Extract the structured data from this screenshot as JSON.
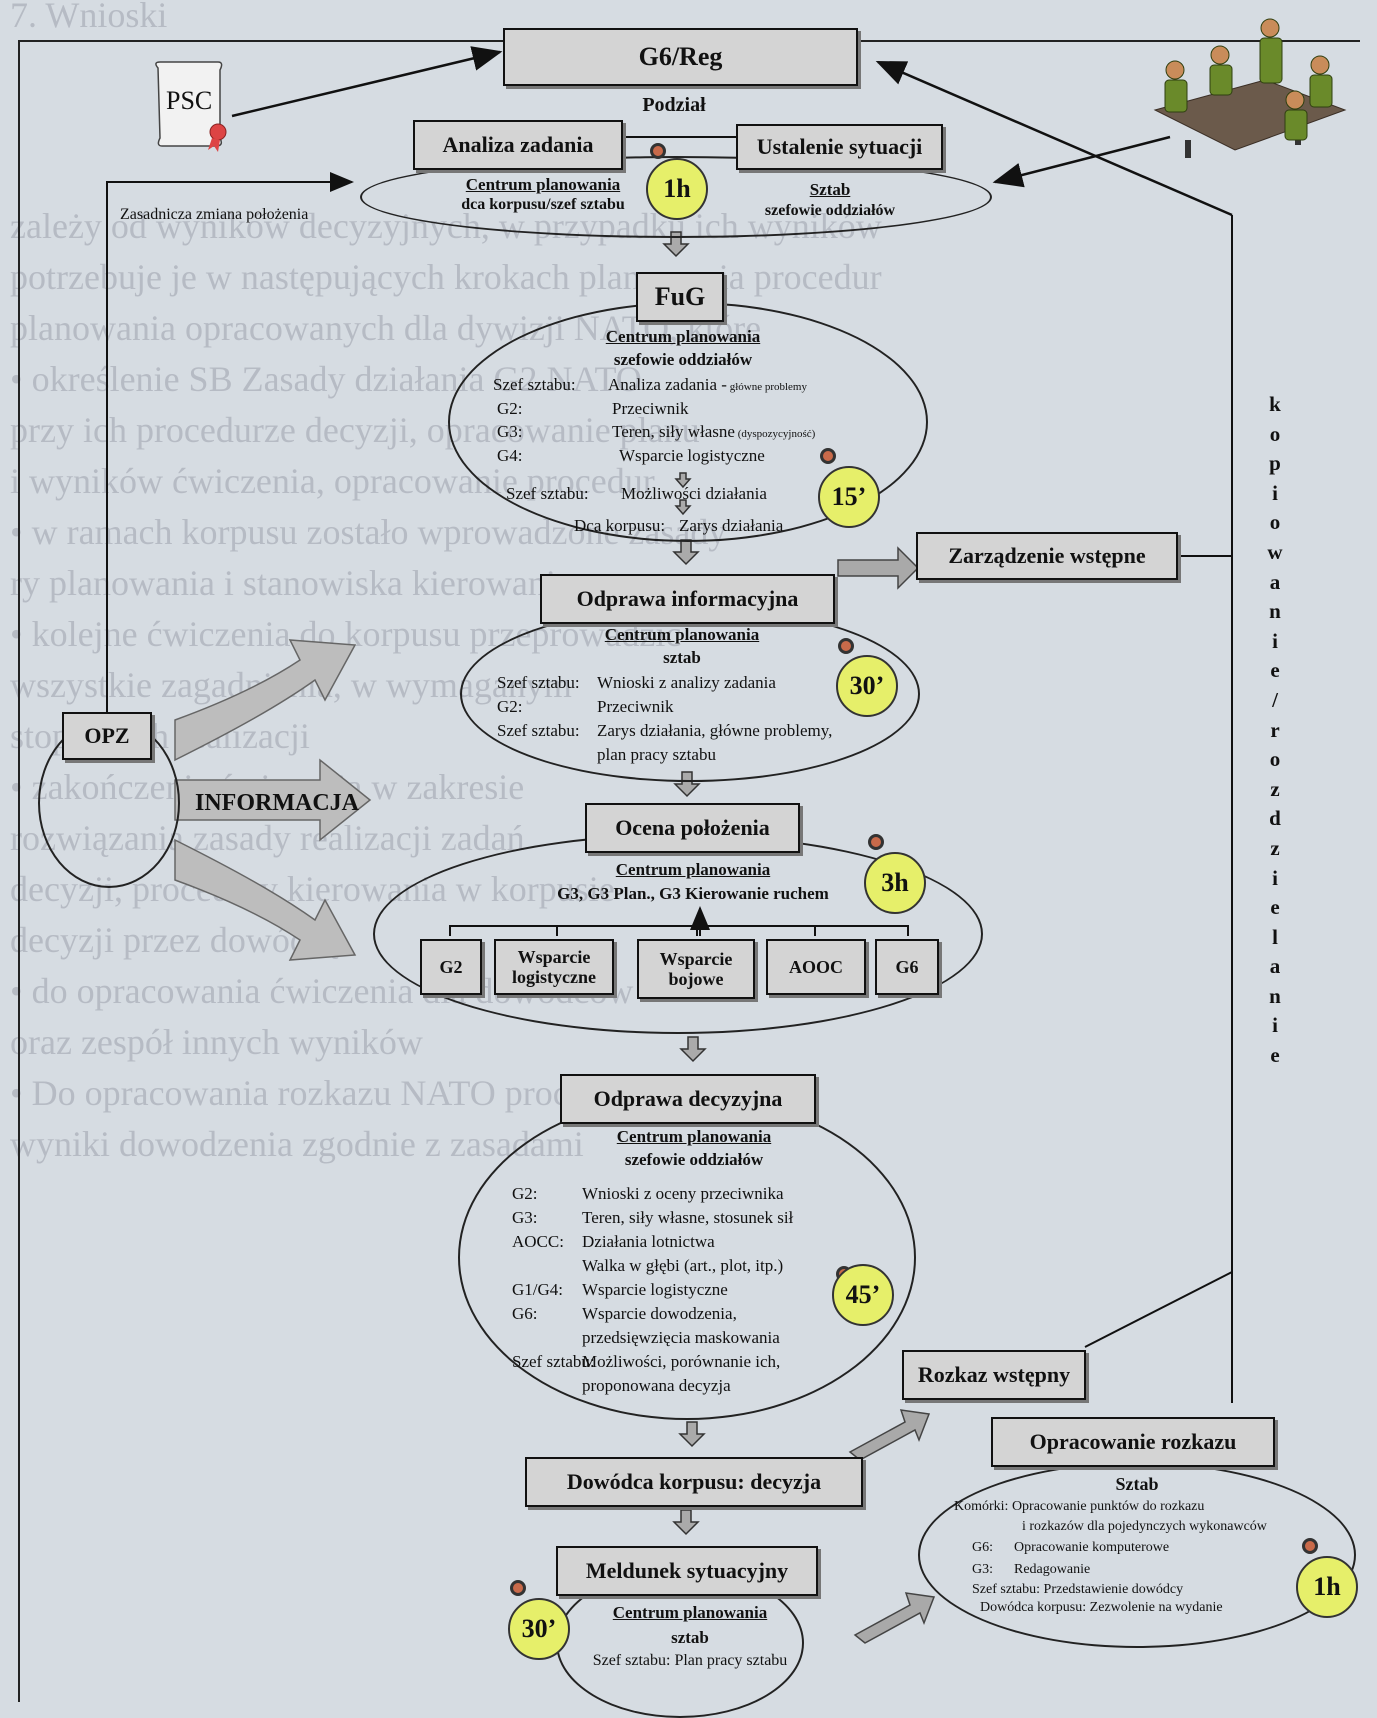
{
  "background_text": [
    "7. Wnioski",
    "Zasadnicza zmiana położenia",
    "zależy od wyników decyzyjnych, w przypadku ich wyników",
    "potrzebuje je w następujących krokach planowania procedur",
    "planowania opracowanych dla dywizji NATO, które",
    "• określenie SB Zasady działania G2 NATO",
    "przy ich procedurze decyzji, opracowanie planu",
    "i wyników ćwiczenia, opracowanie procedur",
    "• w ramach korpusu zostało wprowadzone zasady",
    "ry planowania i stanowiska kierowania",
    "• kolejne ćwiczenia do korpusu przeprowadzić",
    "wszystkie zagadnienia, w wymaganym",
    "stopniu ich realizacji",
    "• zakończenie ćwiczenia w zakresie",
    "rozwiązania zasady realizacji zadań",
    "decyzji, procedury kierowania w korpusie",
    "decyzji przez dowódcę",
    "• do opracowania ćwiczenia dla dowódców",
    "oraz zespół innych wyników",
    "• Do opracowania rozkazu NATO procedur",
    "wyniki dowodzenia zgodnie z zasadami"
  ],
  "psc": "PSC",
  "team_icon": "meeting-table-icon",
  "top": {
    "g6reg": "G6/Reg",
    "podzial": "Podział",
    "analiza": "Analiza zadania",
    "ustalenie": "Ustalenie sytuacji",
    "cp_label": "Centrum planowania",
    "cp_sub": "dca korpusu/szef sztabu",
    "sztab_label": "Sztab",
    "sztab_sub": "szefowie oddziałów",
    "timer": "1h",
    "zmiana": "Zasadnicza zmiana położenia"
  },
  "fug": {
    "title": "FuG",
    "cp_label": "Centrum planowania",
    "cp_sub": "szefowie oddziałów",
    "rows": [
      {
        "role": "Szef sztabu:",
        "text": "Analiza zadania -",
        "note": "główne problemy"
      },
      {
        "role": "G2:",
        "text": "Przeciwnik",
        "note": ""
      },
      {
        "role": "G3:",
        "text": "Teren, siły własne",
        "note": "(dyspozycyjność)"
      },
      {
        "role": "G4:",
        "text": "Wsparcie logistyczne",
        "note": ""
      },
      {
        "role": "Szef sztabu:",
        "text": "Możliwości działania",
        "note": ""
      },
      {
        "role": "Dca korpusu:",
        "text": "Zarys działania",
        "note": ""
      }
    ],
    "timer": "15’"
  },
  "zarzadzenie": "Zarządzenie wstępne",
  "odprawa_info": {
    "title": "Odprawa informacyjna",
    "cp_label": "Centrum planowania",
    "cp_sub": "sztab",
    "rows": [
      {
        "role": "Szef sztabu:",
        "text": "Wnioski z analizy zadania"
      },
      {
        "role": "G2:",
        "text": "Przeciwnik"
      },
      {
        "role": "Szef sztabu:",
        "text": "Zarys działania, główne problemy,"
      },
      {
        "role": "",
        "text": "plan pracy sztabu"
      }
    ],
    "timer": "30’"
  },
  "opz": "OPZ",
  "informacja": "INFORMACJA",
  "ocena": {
    "title": "Ocena położenia",
    "cp_label": "Centrum planowania",
    "cp_sub": "G3, G3 Plan., G3 Kierowanie ruchem",
    "timer": "3h",
    "boxes": [
      "G2",
      "Wsparcie logistyczne",
      "Wsparcie bojowe",
      "AOOC",
      "G6"
    ]
  },
  "odprawa_dec": {
    "title": "Odprawa decyzyjna",
    "cp_label": "Centrum planowania",
    "cp_sub": "szefowie oddziałów",
    "rows": [
      {
        "role": "G2:",
        "text": "Wnioski z oceny przeciwnika"
      },
      {
        "role": "G3:",
        "text": "Teren, siły własne, stosunek sił"
      },
      {
        "role": "AOCC:",
        "text": "Działania lotnictwa"
      },
      {
        "role": "",
        "text": "Walka w głębi (art., plot, itp.)"
      },
      {
        "role": "G1/G4:",
        "text": "Wsparcie logistyczne"
      },
      {
        "role": "G6:",
        "text": "Wsparcie dowodzenia,"
      },
      {
        "role": "",
        "text": "przedsięwzięcia maskowania"
      },
      {
        "role": "Szef sztabu:",
        "text": "Możliwości, porównanie ich,"
      },
      {
        "role": "",
        "text": "proponowana decyzja"
      }
    ],
    "timer": "45’"
  },
  "rozkaz_wstepny": "Rozkaz wstępny",
  "decyzja": "Dowódca korpusu:  decyzja",
  "meldunek": {
    "title": "Meldunek sytuacyjny",
    "cp_label": "Centrum planowania",
    "cp_sub": "sztab",
    "row": "Szef sztabu: Plan pracy sztabu",
    "timer": "30’"
  },
  "opracowanie": {
    "title": "Opracowanie rozkazu",
    "sub": "Sztab",
    "rows": [
      "Komórki: Opracowanie punktów do rozkazu",
      "i rozkazów dla pojedynczych wykonawców",
      "G6:      Opracowanie komputerowe",
      "G3:      Redagowanie",
      "Szef sztabu: Przedstawienie dowódcy",
      "Dowódca korpusu: Zezwolenie na wydanie"
    ],
    "timer": "1h"
  },
  "vertical": "kopiowanie/rozdzielanie"
}
